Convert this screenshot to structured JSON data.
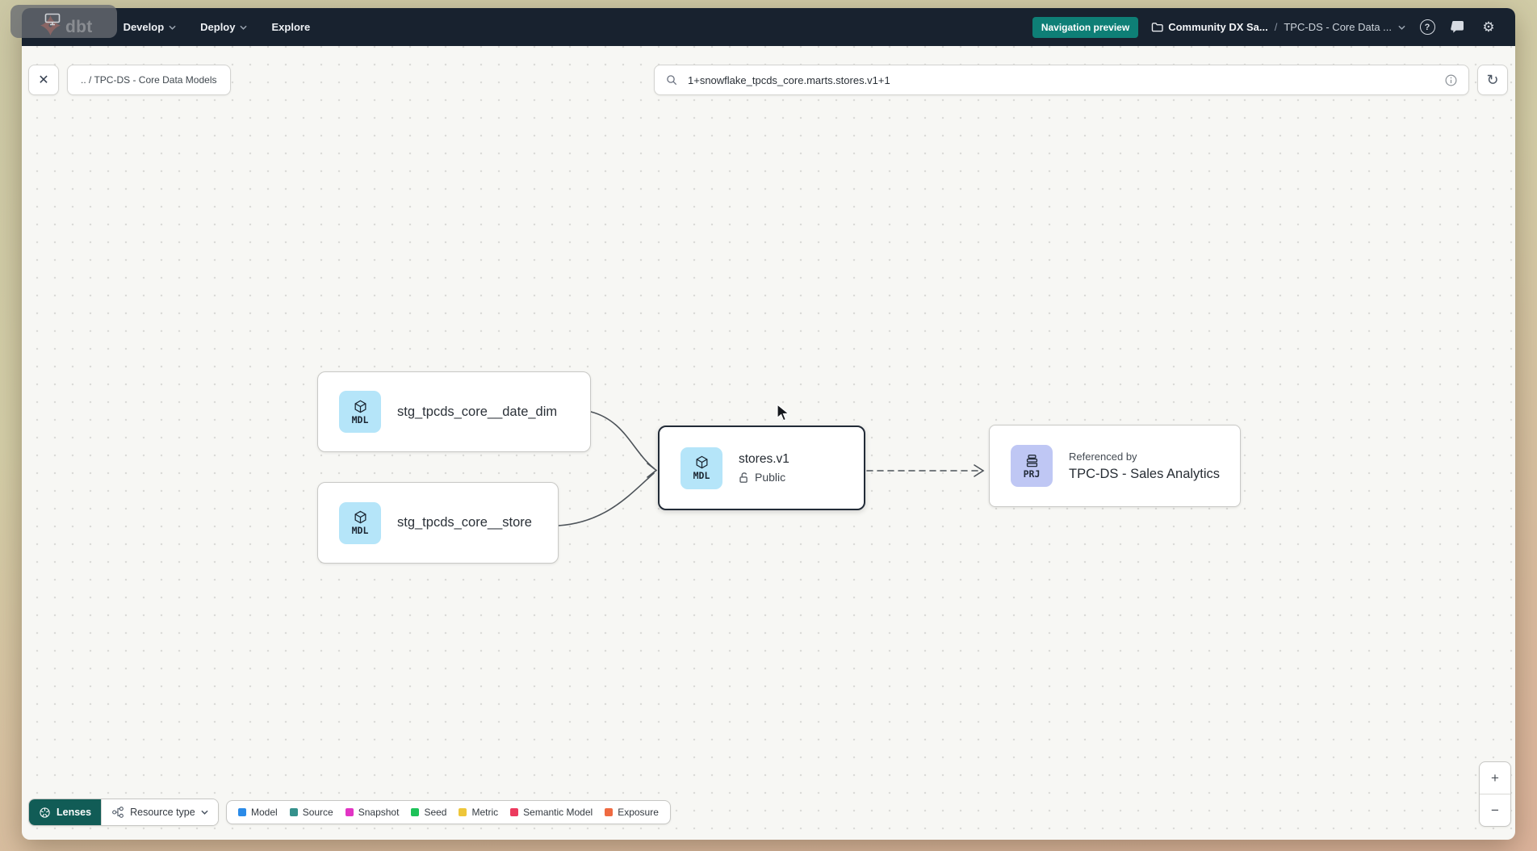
{
  "nav": {
    "logo_text": "dbt",
    "menus": [
      {
        "label": "Develop"
      },
      {
        "label": "Deploy"
      },
      {
        "label": "Explore"
      }
    ],
    "preview_badge": "Navigation preview",
    "breadcrumb": {
      "account": "Community DX Sa...",
      "separator": "/",
      "project": "TPC-DS - Core Data ..."
    }
  },
  "toolbar": {
    "close_label": "✕",
    "breadcrumb": ".. / TPC-DS - Core Data Models",
    "search": {
      "value": "1+snowflake_tpcds_core.marts.stores.v1+1"
    },
    "refresh_label": "↻"
  },
  "graph": {
    "nodes": [
      {
        "badge": "MDL",
        "title": "stg_tpcds_core__date_dim"
      },
      {
        "badge": "MDL",
        "title": "stg_tpcds_core__store"
      },
      {
        "badge": "MDL",
        "title": "stores.v1",
        "access": "Public",
        "selected": true
      },
      {
        "badge": "PRJ",
        "subtitle": "Referenced by",
        "title": "TPC-DS - Sales Analytics"
      }
    ]
  },
  "footer": {
    "lenses_label": "Lenses",
    "resource_type_label": "Resource type",
    "legend": [
      {
        "label": "Model",
        "color": "#2b8be8"
      },
      {
        "label": "Source",
        "color": "#35918c"
      },
      {
        "label": "Snapshot",
        "color": "#e234c4"
      },
      {
        "label": "Seed",
        "color": "#1ec259"
      },
      {
        "label": "Metric",
        "color": "#eec63a"
      },
      {
        "label": "Semantic Model",
        "color": "#ec3a5e"
      },
      {
        "label": "Exposure",
        "color": "#ef6a41"
      }
    ],
    "zoom_in": "+",
    "zoom_out": "−"
  },
  "colors": {
    "nav_bg": "#18222f",
    "accent_teal": "#0e7f76",
    "lenses_teal": "#115c56",
    "mdl_badge_bg": "#b5e5f9",
    "prj_badge_bg": "#bfc7f4",
    "logo_orange": "#ff4e33"
  }
}
